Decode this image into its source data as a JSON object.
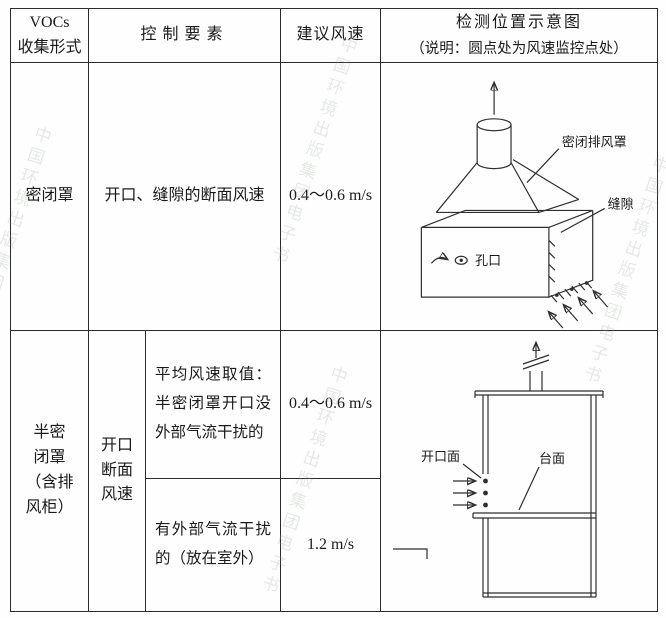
{
  "header": {
    "col_form": "VOCs\n收集形式",
    "col_control": "控制要素",
    "col_speed": "建议风速",
    "col_diagram_title": "检测位置示意图",
    "col_diagram_note": "（说明：圆点处为风速监控点处）"
  },
  "rows": {
    "closed": {
      "form": "密闭罩",
      "control": "开口、缝隙的断面风速",
      "speed": "0.4～0.6 m/s",
      "labels": {
        "hood": "密闭排风罩",
        "gap": "缝隙",
        "orifice": "孔口"
      }
    },
    "semi": {
      "form": "半密\n闭罩\n（含排\n风柜）",
      "control": "开口\n断面\n风速",
      "no_interference": {
        "text": "平均风速取值：半密闭罩开口没外部气流干扰的",
        "speed": "0.4～0.6 m/s"
      },
      "interference": {
        "text": "有外部气流干扰的（放在室外）",
        "speed": "1.2 m/s"
      },
      "labels": {
        "opening": "开口面",
        "worktop": "台面"
      }
    }
  },
  "watermark": "中国环境出版集团电子书"
}
